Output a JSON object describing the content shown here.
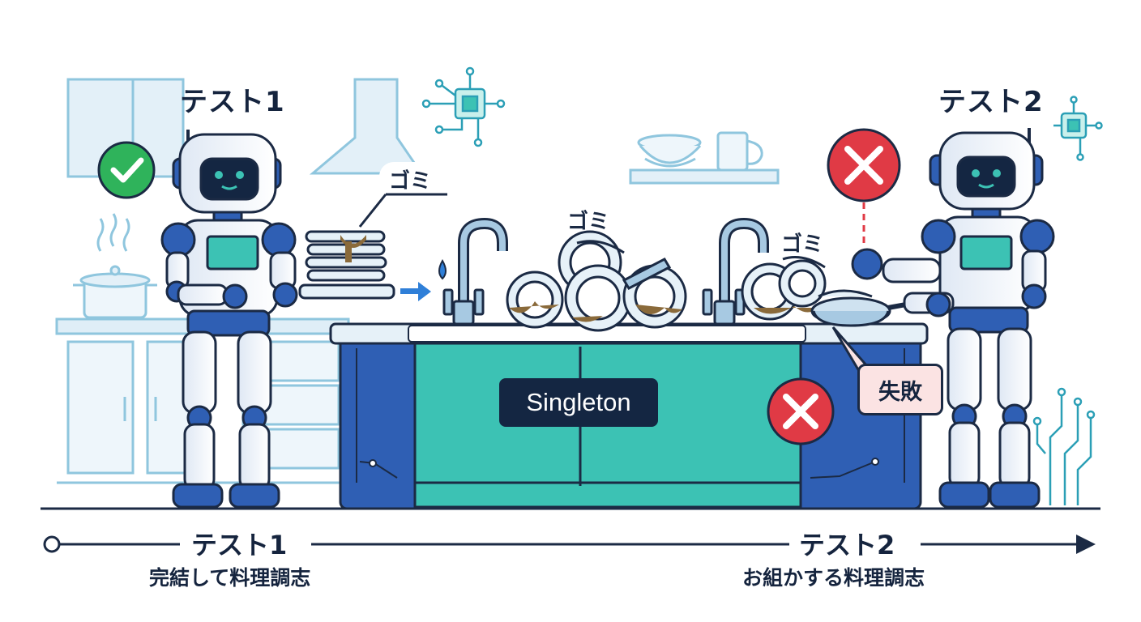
{
  "labels": {
    "test1_title": "テスト1",
    "test2_title": "テスト2",
    "garbage_1": "ゴミ",
    "garbage_2": "ゴミ",
    "garbage_3": "ゴミ",
    "singleton": "Singleton",
    "fail": "失敗"
  },
  "timeline": {
    "test1": "テスト1",
    "test1_desc": "完結して料理調志",
    "test2": "テスト2",
    "test2_desc": "お組かする料理調志"
  },
  "colors": {
    "navy": "#1b2a44",
    "teal": "#3cc2b4",
    "blue_cabinet": "#2f5fb4",
    "success_green": "#2fb35b",
    "fail_red": "#e03a45",
    "fail_pink": "#fbe3e3",
    "dirt_brown": "#8a6a3a"
  },
  "icons": [
    "check-icon",
    "cross-icon",
    "chip-icon",
    "arrow-icon",
    "water-drop-icon"
  ]
}
